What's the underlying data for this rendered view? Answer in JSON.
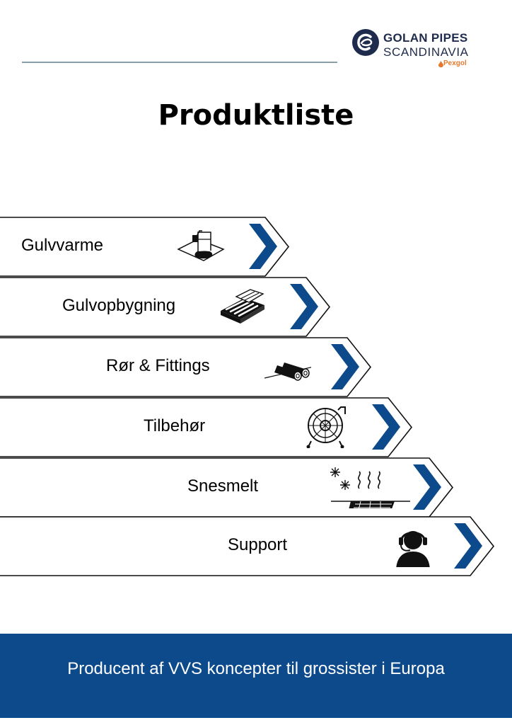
{
  "header": {
    "brand_line1": "GOLAN PIPES",
    "brand_line2": "SCANDINAVIA",
    "brand_sub": "Pexgol"
  },
  "title": "Produktliste",
  "rows": [
    {
      "label": "Gulvvarme",
      "icon": "floor-heating-icon"
    },
    {
      "label": "Gulvopbygning",
      "icon": "floor-construction-icon"
    },
    {
      "label": "Rør & Fittings",
      "icon": "pipes-icon"
    },
    {
      "label": "Tilbehør",
      "icon": "hose-reel-icon"
    },
    {
      "label": "Snesmelt",
      "icon": "snow-melt-icon"
    },
    {
      "label": "Support",
      "icon": "headset-support-icon"
    }
  ],
  "footer": {
    "tagline": "Producent af VVS koncepter til grossister i Europa"
  },
  "colors": {
    "brand_navy": "#1f2b4d",
    "chevron_blue": "#0d4a8c",
    "footer_bg": "#0d4a8c",
    "accent_orange": "#e57a2c"
  }
}
